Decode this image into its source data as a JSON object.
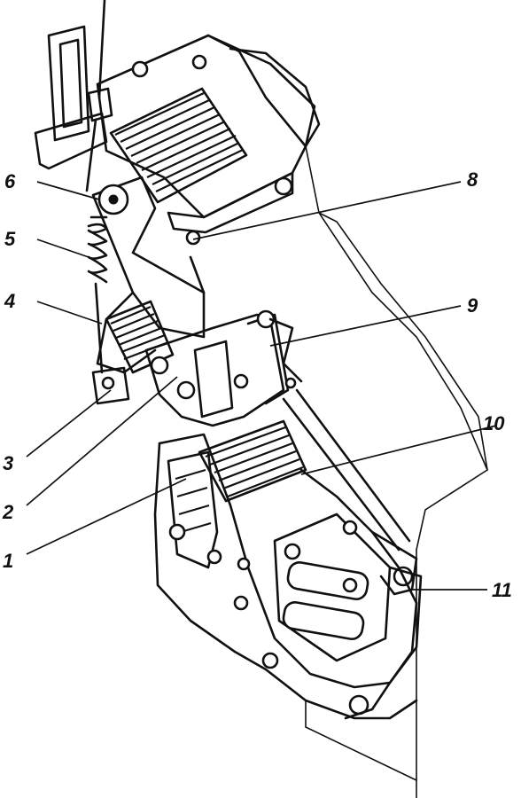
{
  "callouts": {
    "c1": "1",
    "c2": "2",
    "c3": "3",
    "c4": "4",
    "c5": "5",
    "c6": "6",
    "c8": "8",
    "c9": "9",
    "c10": "10",
    "c11": "11"
  },
  "colors": {
    "ink": "#111111",
    "paper": "#ffffff"
  }
}
